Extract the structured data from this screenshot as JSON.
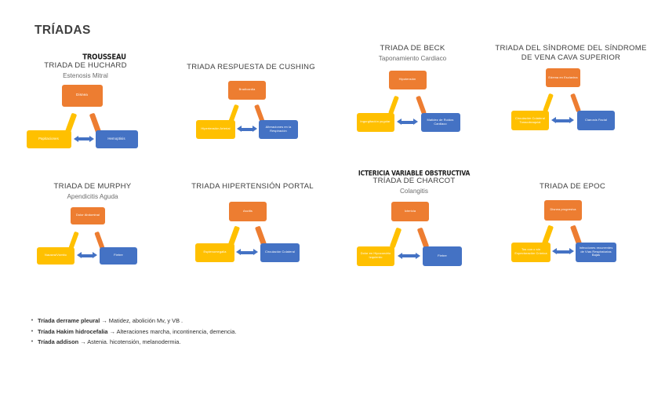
{
  "document": {
    "title": "TRÍADAS"
  },
  "diagrams": [
    {
      "id": "huchard",
      "handwritten": "TROUSSEAU",
      "title": "TRIADA DE HUCHARD",
      "subtitle": "Estenosis Mitral",
      "top": "Disnea",
      "left": "Papitaciones",
      "right": "Hemoptisis"
    },
    {
      "id": "cushing",
      "handwritten": "",
      "title": "TRIADA RESPUESTA DE CUSHING",
      "subtitle": "",
      "top": "Bradicardia",
      "left": "Hipertensión Arterial",
      "right": "Alteraciones en la Respiración"
    },
    {
      "id": "beck",
      "handwritten": "",
      "title": "TRIADA DE BECK",
      "subtitle": "Taponamiento Cardiaco",
      "top": "Hipotensión",
      "left": "Ingurgitación yugular",
      "right": "Matidez de Ruidos Cardiaco"
    },
    {
      "id": "vena-cava",
      "handwritten": "",
      "title": "TRIADA DEL SÍNDROME DEL SÍNDROME DE VENA CAVA SUPERIOR",
      "subtitle": "",
      "top": "Edema en Esclavina",
      "left": "Circulación Colateral Toracobraquial",
      "right": "Cianosis Facial"
    },
    {
      "id": "murphy",
      "handwritten": "",
      "title": "TRIADA DE MURPHY",
      "subtitle": "Apendicitis Aguda",
      "top": "Dolor Abdominal",
      "left": "Nausea/Vómito",
      "right": "Fiebre"
    },
    {
      "id": "hipertension-portal",
      "handwritten": "",
      "title": "TRIADA HIPERTENSIÓN PORTAL",
      "subtitle": "",
      "top": "Ascitis",
      "left": "Esplenomegalia",
      "right": "Circulación Colateral"
    },
    {
      "id": "charcot",
      "handwritten": "ICTERICIA VARIABLE OBSTRUCTIVA",
      "title": "TRÍADA DE CHARCOT",
      "subtitle": "Colangitis",
      "top": "Ictericia",
      "left": "Dolor en Hipocondrio Izquierdo",
      "right": "Fiebre"
    },
    {
      "id": "epoc",
      "handwritten": "",
      "title": "TRIADA DE EPOC",
      "subtitle": "",
      "top": "Disnea progresiva",
      "left": "Tos con o sin Expectoración Crónica",
      "right": "Infecciones recurrentes de Vías Respiratorias Bajas"
    }
  ],
  "notes": [
    {
      "bullet": "•",
      "term": "Tríada derrame pleural",
      "rest": "→ Matidez, abolición Mv, y VB ."
    },
    {
      "bullet": "•",
      "term": "Tríada Hakim hidrocefalia",
      "rest": "→ Alteraciones marcha, incontinencia, demencia."
    },
    {
      "bullet": "•",
      "term": "Tríada addison",
      "rest": "→ Astenia. hicotensión, melanodermia."
    }
  ],
  "colors": {
    "top_node": "#ED7D31",
    "left_node": "#FFC000",
    "right_node": "#4472C4",
    "page_background": "#FFFFFF"
  }
}
